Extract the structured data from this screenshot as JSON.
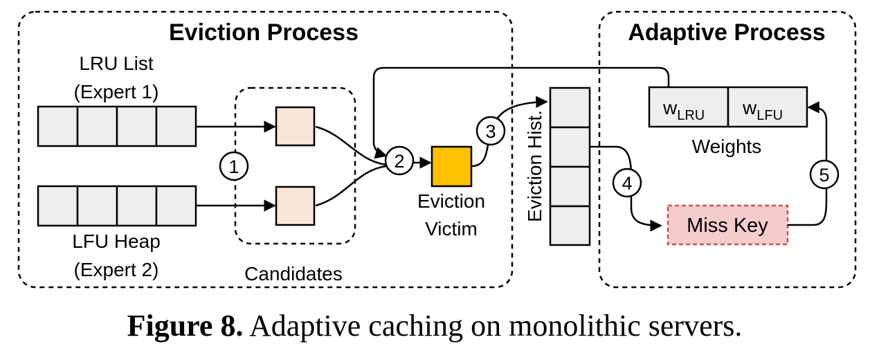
{
  "eviction": {
    "title": "Eviction Process",
    "lru_label_line1": "LRU List",
    "lru_label_line2": "(Expert 1)",
    "lfu_label_line1": "LFU Heap",
    "lfu_label_line2": "(Expert 2)",
    "candidates_label": "Candidates",
    "victim_label_line1": "Eviction",
    "victim_label_line2": "Victim"
  },
  "history": {
    "label": "Eviction Hist."
  },
  "adaptive": {
    "title": "Adaptive Process",
    "weight_symbol": "w",
    "weight_lru_sub": "LRU",
    "weight_lfu_sub": "LFU",
    "weights_label": "Weights",
    "miss_key_label": "Miss Key"
  },
  "steps": [
    "1",
    "2",
    "3",
    "4",
    "5"
  ],
  "caption": {
    "figure": "Figure 8.",
    "text": " Adaptive caching on monolithic servers."
  },
  "colors": {
    "cell_fill": "#eeeeee",
    "candidate_fill": "#f8e6d8",
    "victim_fill": "#ffc000",
    "miss_key_fill": "#f5cccc",
    "miss_key_border": "#c85050"
  }
}
